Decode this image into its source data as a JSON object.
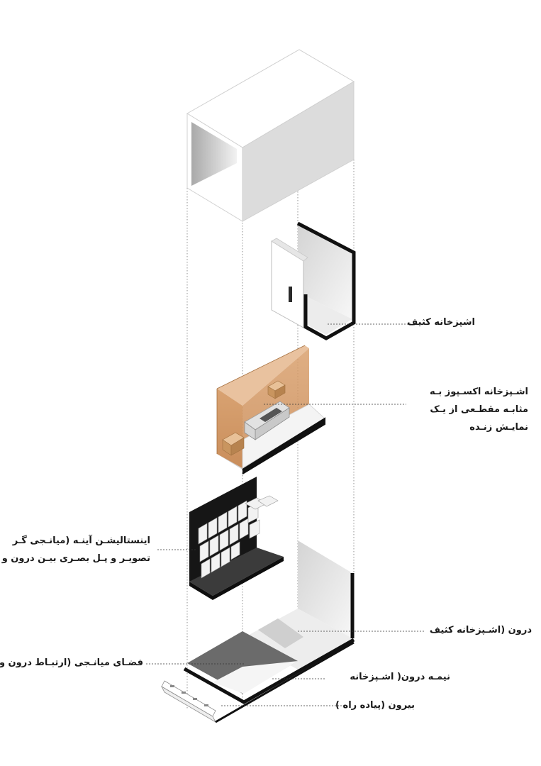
{
  "labels": {
    "dirty_kitchen": "اشپزخانه کثیف",
    "exposed_kitchen": {
      "line1": "اشـپزخانه اکسـپوز بـه",
      "line2": "مثابـه مقطـعی از یـک",
      "line3": "نمایـش   زنـده"
    },
    "mirror_installation": {
      "line1": "اینستالیشـن آینـه (میانـجی گـر",
      "line2": "تصویـر و پـل بصـری بیـن درون و"
    },
    "inside": "درون (اشـپزخانه کثیف",
    "intermediate_space": "فضـای میانـجی (ارتبـاط درون و",
    "semi_inside": "نیمـه   درون(   اشـپزخانه",
    "outside": "بیرون (پیاده راه )"
  },
  "colors": {
    "wood_panel": "#d39a67",
    "black_wall": "#111111",
    "grey_floor": "#6b6b6b"
  }
}
